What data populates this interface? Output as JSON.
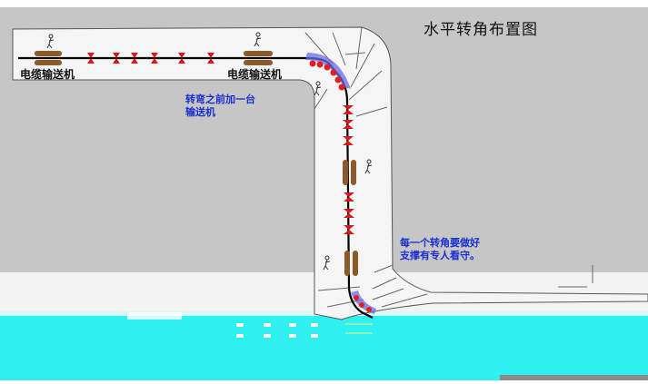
{
  "diagram": {
    "title": "水平转角布置图",
    "labels": {
      "conveyor_left": "电缆输送机",
      "conveyor_mid": "电缆输送机",
      "note_turn_line1": "转弯之前加一台",
      "note_turn_line2": "输送机",
      "note_support_line1": "每一个转角要做好",
      "note_support_line2": "支撑有专人看守。"
    },
    "colors": {
      "ground": "#c4c4c4",
      "channel": "#f4f4f4",
      "cable": "#000000",
      "roller": "#d81818",
      "conveyor": "#8a5a2b",
      "corner_roller": "#3a3ad8",
      "note_text": "#1a2fd0",
      "water": "#2ef0f0"
    },
    "icons": {
      "worker": "worker-figure-icon",
      "roller": "cable-roller-icon",
      "conveyor": "cable-conveyor-icon",
      "corner": "corner-roller-group-icon"
    }
  }
}
